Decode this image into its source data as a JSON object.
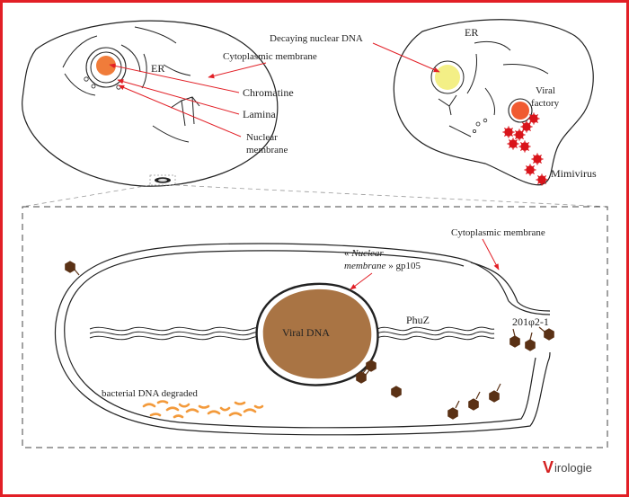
{
  "colors": {
    "frame": "#e21f26",
    "arrow": "#e21f26",
    "chromatin": "#f07c3a",
    "decaying_dna": "#f3ef86",
    "viral_factory": "#f05a30",
    "mimivirus": "#d9141b",
    "viral_dna": "#a97444",
    "phage": "#5a3115",
    "bacterial_dna": "#f39a3b"
  },
  "top_left_cell": {
    "er": "ER",
    "cytoplasmic_membrane": "Cytoplasmic membrane",
    "chromatine": "Chromatine",
    "lamina": "Lamina",
    "nuclear_membrane_line1": "Nuclear",
    "nuclear_membrane_line2": "membrane"
  },
  "top_right_cell": {
    "decaying_dna": "Decaying nuclear DNA",
    "er": "ER",
    "viral_factory_line1": "Viral",
    "viral_factory_line2": "factory",
    "mimivirus": "Mimivirus"
  },
  "bacterium": {
    "cytoplasmic_membrane": "Cytoplasmic membrane",
    "nuclear_membrane_open": "« ",
    "nuclear_membrane_word1": "Nuclear",
    "nuclear_membrane_word2": "membrane",
    "nuclear_membrane_close": " » gp105",
    "viral_dna": "Viral DNA",
    "phuz": "PhuZ",
    "phage": "201φ2-1",
    "bacterial_dna": "bacterial DNA degraded"
  },
  "logo": {
    "letter": "V",
    "rest": "irologie"
  }
}
